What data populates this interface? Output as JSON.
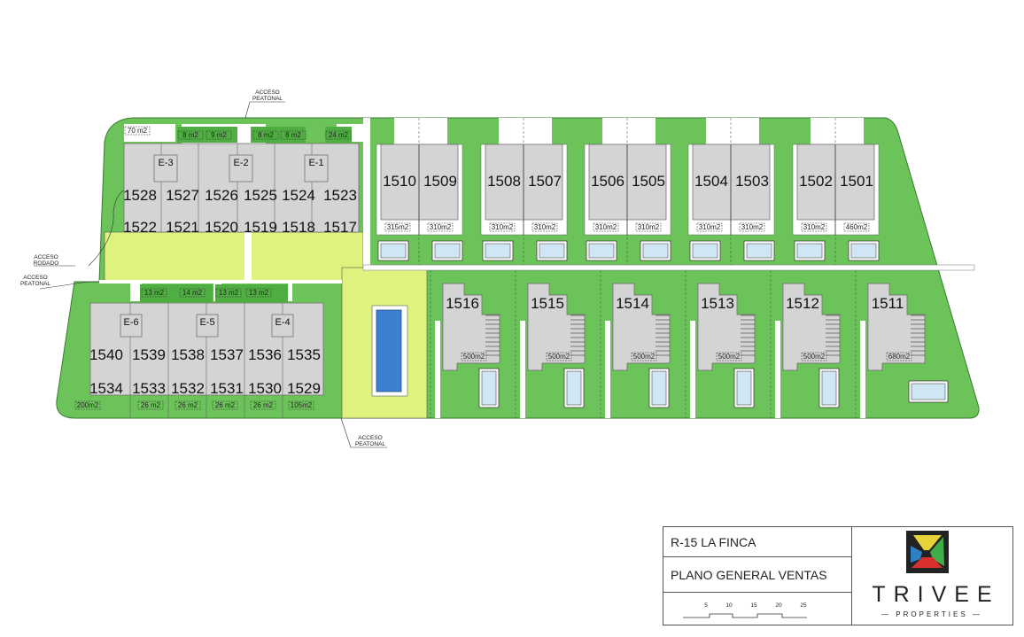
{
  "colors": {
    "green": "#6cc35a",
    "lime": "#def37d",
    "building": "#d4d4d4",
    "pool": "#cfe6f5",
    "pool_blue": "#3d7fd0"
  },
  "access": {
    "top": "ACCESO PEATONAL",
    "rodado": "ACCESO RODADO",
    "left": "ACCESO PEATONAL",
    "bottom": "ACCESO PEATONAL"
  },
  "top_block": {
    "upper": [
      "1528",
      "1527",
      "1526",
      "1525",
      "1524",
      "1523"
    ],
    "lower": [
      "1522",
      "1521",
      "1520",
      "1519",
      "1518",
      "1517"
    ],
    "cores": [
      "E-3",
      "E-2",
      "E-1"
    ],
    "areas": [
      "70 m2",
      "8 m2",
      "9 m2",
      "8 m2",
      "8 m2",
      "24 m2"
    ]
  },
  "bottom_block": {
    "upper": [
      "1540",
      "1539",
      "1538",
      "1537",
      "1536",
      "1535"
    ],
    "lower": [
      "1534",
      "1533",
      "1532",
      "1531",
      "1530",
      "1529"
    ],
    "cores": [
      "E-6",
      "E-5",
      "E-4"
    ],
    "top_areas": [
      "13 m2",
      "14 m2",
      "13 m2",
      "13 m2"
    ],
    "bottom_areas": [
      "200m2",
      "26 m2",
      "26 m2",
      "26 m2",
      "26 m2",
      "105m2"
    ]
  },
  "duplexes": [
    {
      "units": [
        "1510",
        "1509"
      ],
      "areas": [
        "315m2",
        "310m2"
      ]
    },
    {
      "units": [
        "1508",
        "1507"
      ],
      "areas": [
        "310m2",
        "310m2"
      ]
    },
    {
      "units": [
        "1506",
        "1505"
      ],
      "areas": [
        "310m2",
        "310m2"
      ]
    },
    {
      "units": [
        "1504",
        "1503"
      ],
      "areas": [
        "310m2",
        "310m2"
      ]
    },
    {
      "units": [
        "1502",
        "1501"
      ],
      "areas": [
        "310m2",
        "460m2"
      ]
    }
  ],
  "villas": [
    {
      "unit": "1516",
      "area": "500m2"
    },
    {
      "unit": "1515",
      "area": "500m2"
    },
    {
      "unit": "1514",
      "area": "500m2"
    },
    {
      "unit": "1513",
      "area": "500m2"
    },
    {
      "unit": "1512",
      "area": "500m2"
    },
    {
      "unit": "1511",
      "area": "680m2"
    }
  ],
  "title_block": {
    "project": "R-15 LA FINCA",
    "drawing": "PLANO GENERAL VENTAS",
    "scale_ticks": [
      "5",
      "10",
      "15",
      "20",
      "25"
    ],
    "brand": "TRIVEE",
    "brand_sub": "PROPERTIES"
  }
}
